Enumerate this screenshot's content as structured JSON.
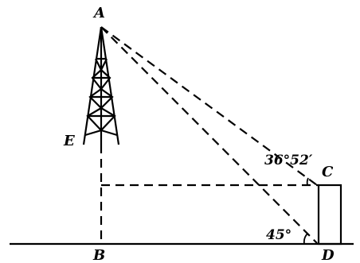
{
  "diagram": {
    "points": {
      "A": "A",
      "B": "B",
      "C": "C",
      "D": "D",
      "E": "E"
    },
    "angles": {
      "elevation_from_C": "36°52′",
      "elevation_from_D": "45°"
    }
  }
}
